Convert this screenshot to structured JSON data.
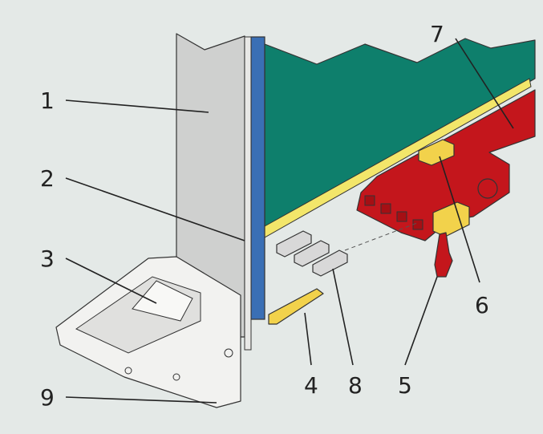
{
  "diagram": {
    "colors": {
      "background": "#e4e9e7",
      "panel": "#cfd0cf",
      "board": "#0e7f6c",
      "strip": "#f3e66a",
      "rail": "#c4161c",
      "guide": "#3a6fb5",
      "pin": "#f2d24b",
      "handle": "#f2f2f0"
    },
    "labels": [
      {
        "id": "1",
        "text": "1"
      },
      {
        "id": "2",
        "text": "2"
      },
      {
        "id": "3",
        "text": "3"
      },
      {
        "id": "4",
        "text": "4"
      },
      {
        "id": "8",
        "text": "8"
      },
      {
        "id": "5",
        "text": "5"
      },
      {
        "id": "6",
        "text": "6"
      },
      {
        "id": "7",
        "text": "7"
      },
      {
        "id": "9",
        "text": "9"
      }
    ]
  }
}
